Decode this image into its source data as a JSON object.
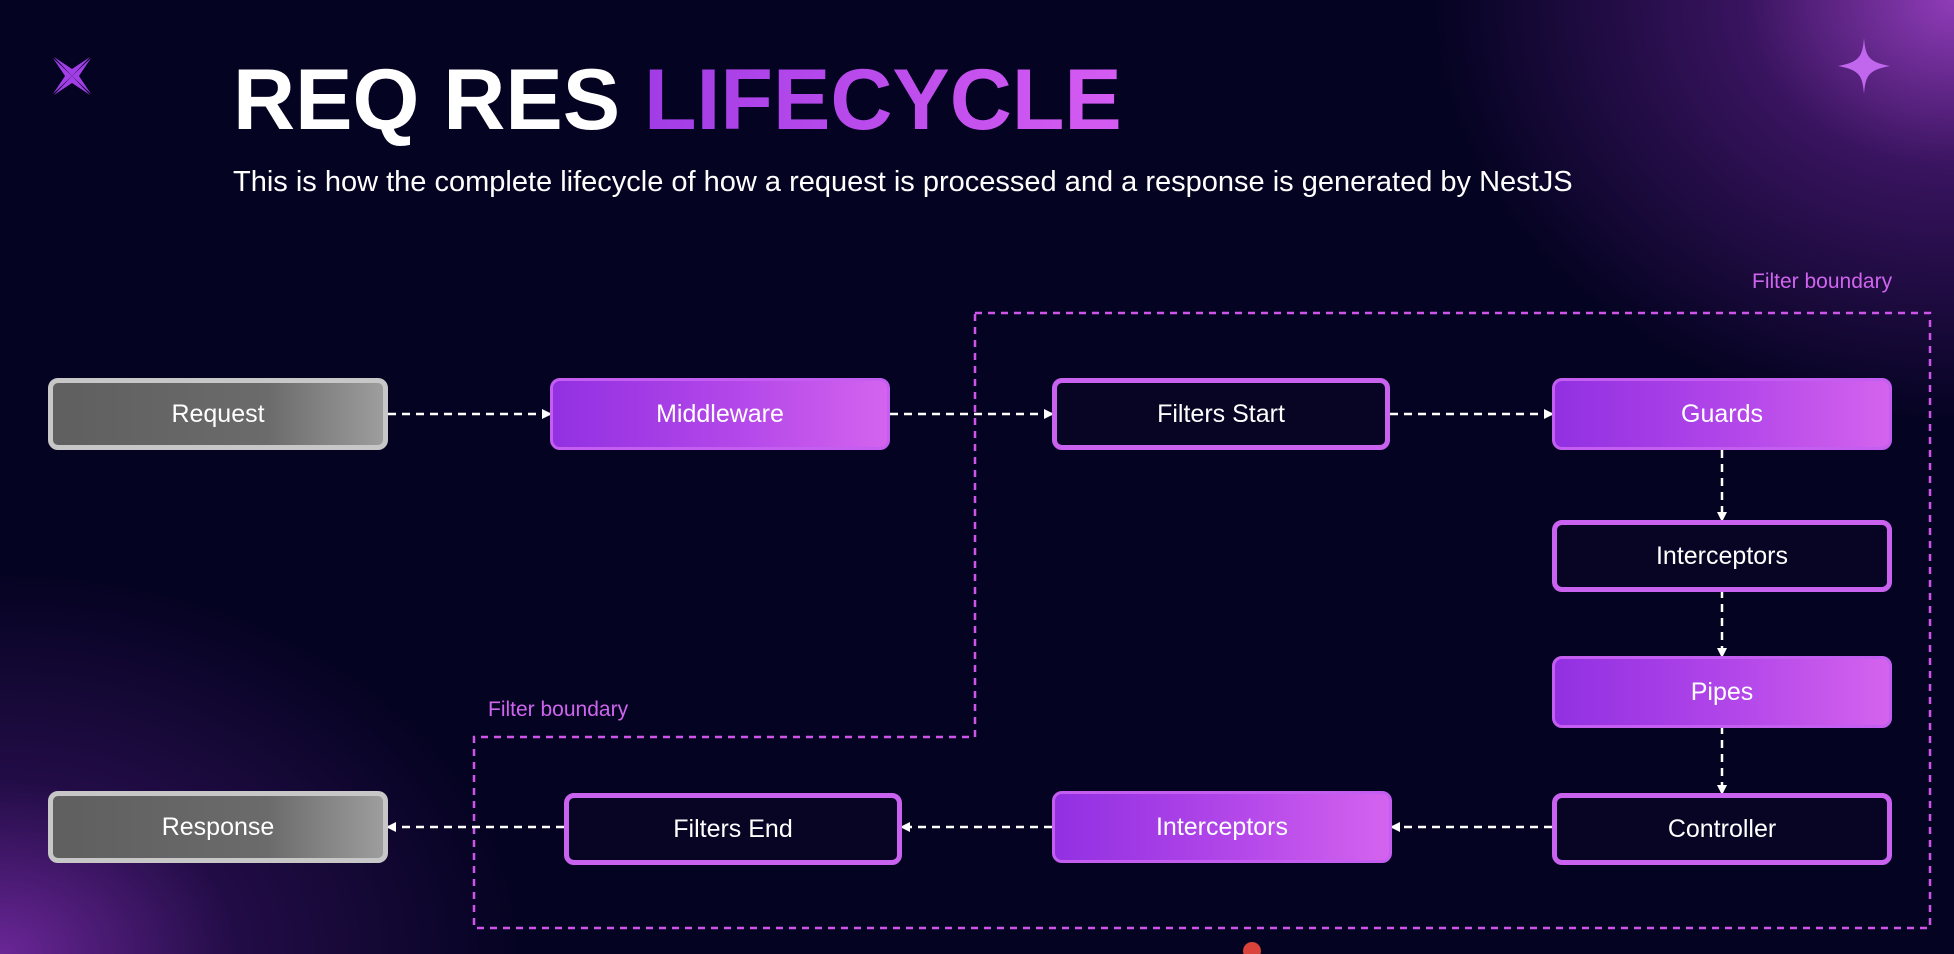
{
  "header": {
    "title_white": "REQ RES",
    "title_purple": "LIFECYCLE",
    "subtitle": "This is how the complete lifecycle of how a request is processed and a response is generated by NestJS"
  },
  "boundary_labels": {
    "top": "Filter boundary",
    "bottom": "Filter boundary"
  },
  "nodes": {
    "request": "Request",
    "middleware": "Middleware",
    "filters_start": "Filters Start",
    "guards": "Guards",
    "interceptors_in": "Interceptors",
    "pipes": "Pipes",
    "controller": "Controller",
    "interceptors_out": "Interceptors",
    "filters_end": "Filters End",
    "response": "Response"
  },
  "flow": [
    [
      "Request",
      "Middleware"
    ],
    [
      "Middleware",
      "Filters Start"
    ],
    [
      "Filters Start",
      "Guards"
    ],
    [
      "Guards",
      "Interceptors"
    ],
    [
      "Interceptors",
      "Pipes"
    ],
    [
      "Pipes",
      "Controller"
    ],
    [
      "Controller",
      "Interceptors"
    ],
    [
      "Interceptors",
      "Filters End"
    ],
    [
      "Filters End",
      "Response"
    ]
  ],
  "colors": {
    "background": "#050322",
    "accent_purple": "#b347e9",
    "boundary": "#cf65ee",
    "grey_node": "#6b6b6b",
    "arrow": "#ffffff"
  },
  "icons": [
    "x-star-icon",
    "four-point-star-icon"
  ]
}
